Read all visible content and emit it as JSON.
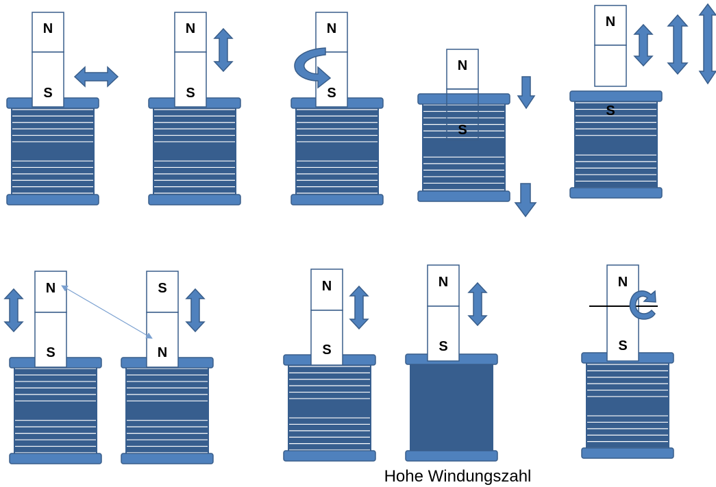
{
  "colors": {
    "coil_body": "#375E8E",
    "coil_flange": "#4F81BD",
    "flange_edge": "#385D8A",
    "winding_line": "#ffffff",
    "arrow_fill": "#4F81BD",
    "arrow_edge": "#385D8A",
    "magnet_fill": "#ffffff",
    "magnet_edge": "#385D8A",
    "thin_arrow": "#7AA0D0",
    "axis_line": "#000000"
  },
  "poles": {
    "north": "N",
    "south": "S"
  },
  "caption": "Hohe Windungszahl",
  "experiments": [
    {
      "id": "side-motion",
      "top_pole": "N",
      "bottom_pole": "S",
      "motion": "horizontal-double-arrow"
    },
    {
      "id": "vertical-motion",
      "top_pole": "N",
      "bottom_pole": "S",
      "motion": "vertical-double-arrow"
    },
    {
      "id": "rotation",
      "top_pole": "N",
      "bottom_pole": "S",
      "motion": "curved-rotation-arrow"
    },
    {
      "id": "insertion-speed",
      "top_pole": "N",
      "bottom_pole": "S",
      "motion": "down-arrows-small-and-large"
    },
    {
      "id": "amplitude",
      "top_pole": "N",
      "bottom_pole": "S",
      "motion": "vertical-arrows-increasing-size"
    },
    {
      "id": "pole-swap-left",
      "top_pole": "N",
      "bottom_pole": "S",
      "motion": "vertical-double-arrow"
    },
    {
      "id": "pole-swap-right",
      "top_pole": "S",
      "bottom_pole": "N",
      "motion": "vertical-double-arrow"
    },
    {
      "id": "few-windings",
      "top_pole": "N",
      "bottom_pole": "S",
      "motion": "vertical-double-arrow"
    },
    {
      "id": "many-windings",
      "top_pole": "N",
      "bottom_pole": "S",
      "motion": "vertical-double-arrow"
    },
    {
      "id": "axis-rotation",
      "top_pole": "N",
      "bottom_pole": "S",
      "motion": "rotation-about-axis"
    }
  ]
}
